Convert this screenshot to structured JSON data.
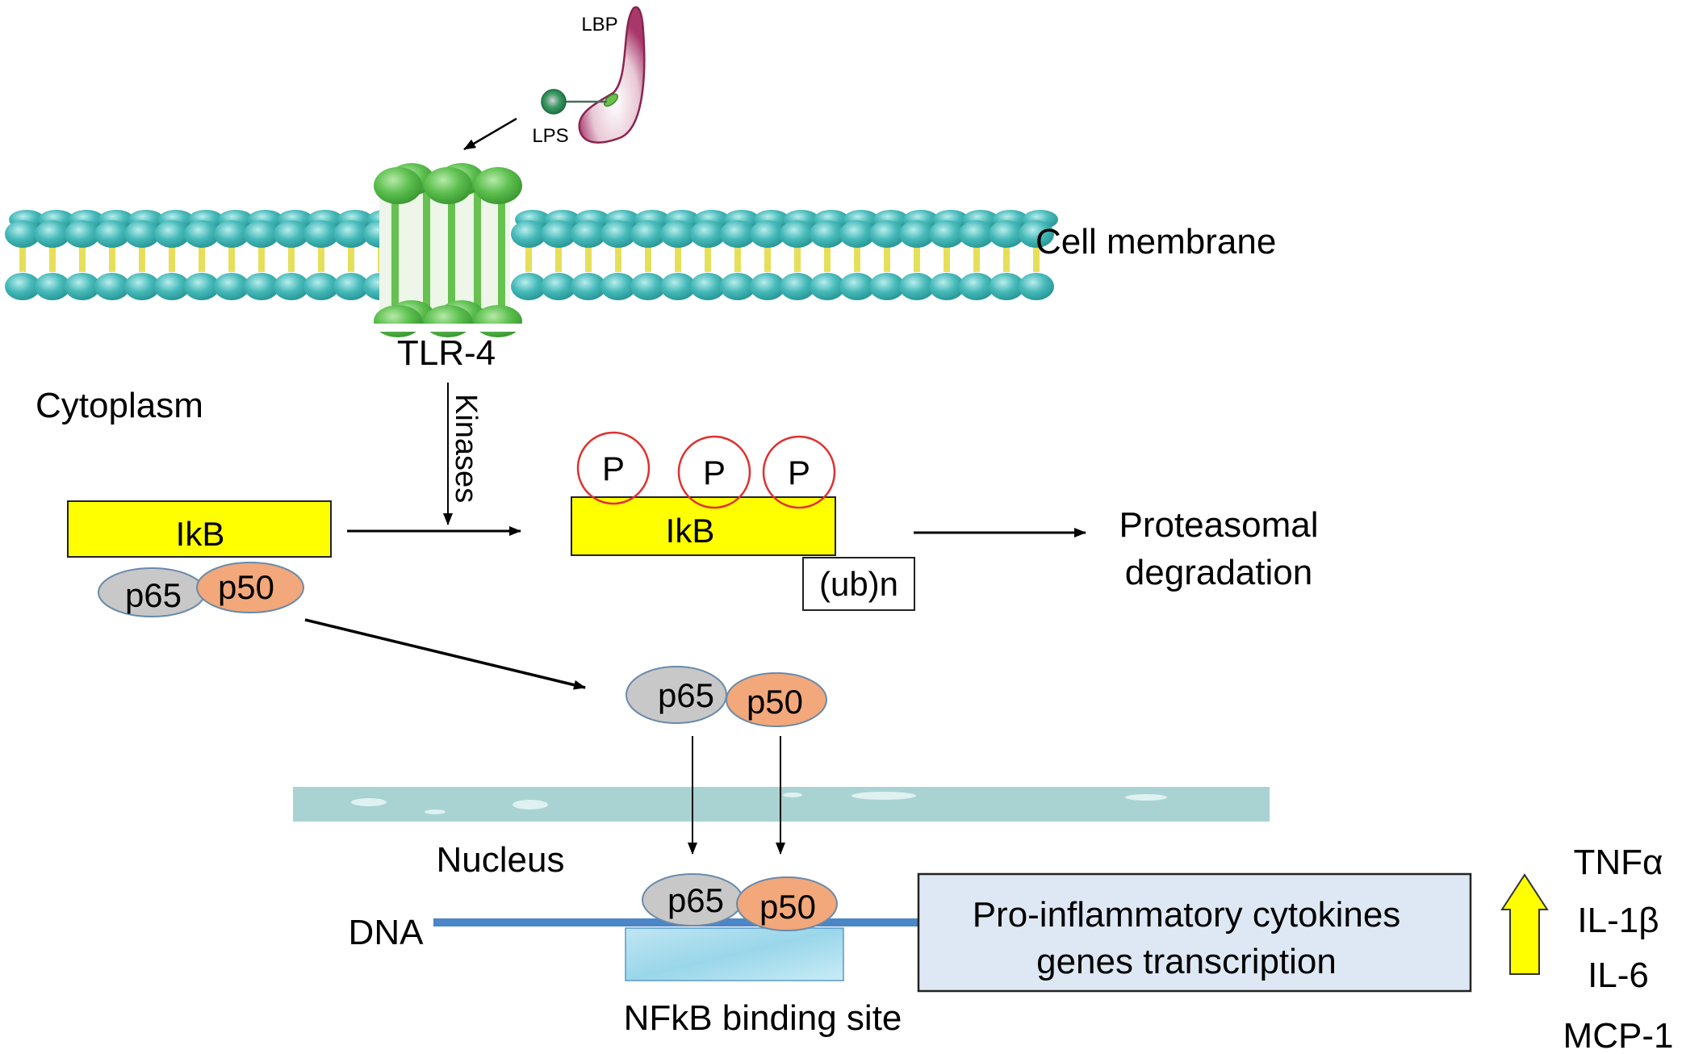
{
  "title": "TLR-4 / NF-kB signaling pathway",
  "ligand": {
    "lbp_label": "LBP",
    "lps_label": "LPS"
  },
  "membrane": {
    "label": "Cell membrane",
    "receptor_label": "TLR-4"
  },
  "compartments": {
    "cytoplasm": "Cytoplasm",
    "nucleus": "Nucleus"
  },
  "signaling": {
    "kinases_label": "Kinases",
    "ikb_label": "IkB",
    "phospho_label": "P",
    "phospho_count": 3,
    "ubiquitin_label": "(ub)n",
    "degradation_line1": "Proteasomal",
    "degradation_line2": "degradation"
  },
  "nfkb": {
    "p65_label": "p65",
    "p50_label": "p50"
  },
  "dna": {
    "label": "DNA",
    "binding_site_label": "NFkB binding site"
  },
  "transcription": {
    "line1": "Pro-inflammatory cytokines",
    "line2": "genes transcription"
  },
  "cytokines": [
    "TNFα",
    "IL-1β",
    "IL-6",
    "MCP-1"
  ],
  "colors": {
    "ikb_fill": "#ffff00",
    "p65_fill": "#c8c8c8",
    "p50_fill": "#f2a87a",
    "phospho_stroke": "#e03030",
    "membrane_head": "#3fb8b8",
    "membrane_tail": "#e8e060",
    "tlr4_green": "#5cbf4e",
    "nuclear_membrane": "#a9d3d3",
    "dna_line": "#4a86c8",
    "transcription_box": "#dde8f4",
    "lbp_fill": "#a8386a",
    "upregulation_arrow": "#ffff00"
  }
}
